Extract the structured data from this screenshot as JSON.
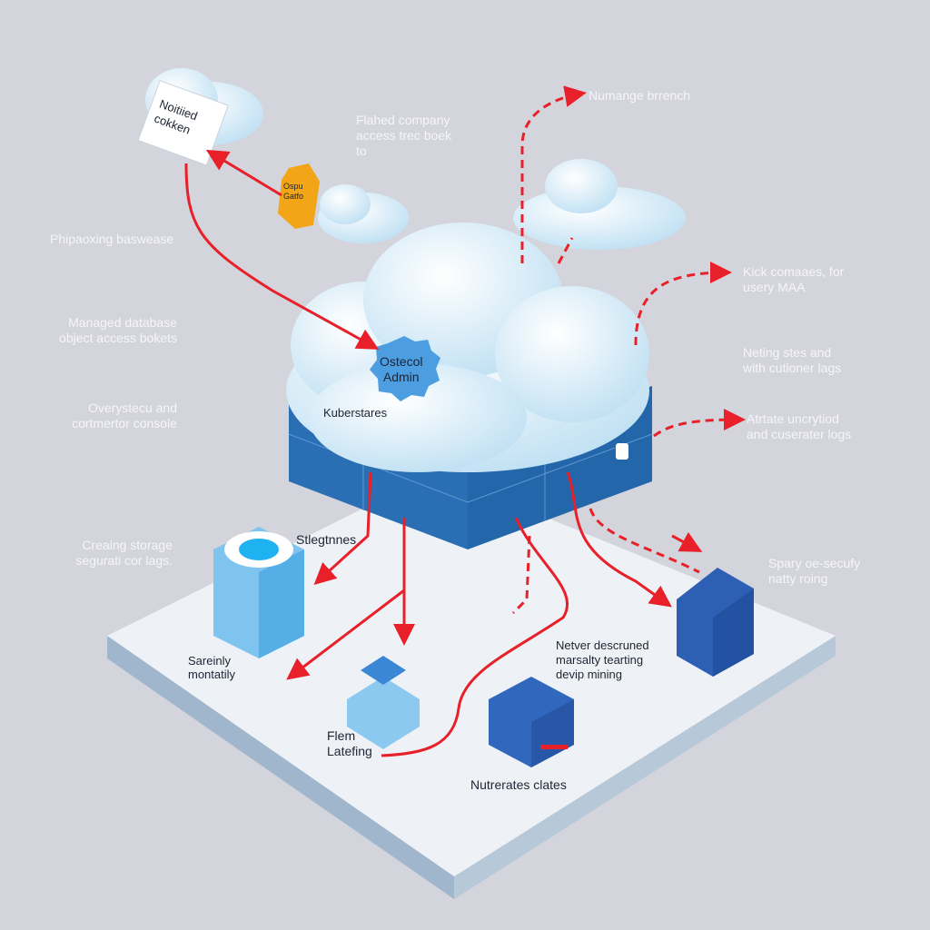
{
  "diagram": {
    "note_card": "Noitiied\ncokken",
    "badge": "Ospu\nGatfo",
    "admin_node": "Ostecol\nAdmin",
    "cluster_label": "Kuberstares",
    "labels": {
      "top_center": "Flahed company\naccess trec boek\nto",
      "top_right": "Numange brrench",
      "left_1": "Phipaoxing baswease",
      "left_2": "Managed database\nobject access bokets",
      "left_3": "Overystecu and\ncortmertor console",
      "left_4": "Creaing storage\nsegurati cor lags.",
      "right_1": "Kick comaaes, for\nusery MAA",
      "right_2": "Neting stes and\nwith cutioner lags",
      "right_3": "Atrtate uncrytiod\nand cuserater logs",
      "right_4": "Spary oe-secufy\nnatty roing",
      "node_storage": "Stlegtnnes",
      "node_db": "Sareinly\nmontatily",
      "node_chip": "Flem\nLatefing",
      "node_server": "Nutrerates clates",
      "node_note": "Netver descruned\nmarsalty tearting\ndevip mining"
    },
    "colors": {
      "arrow": "#e8202a",
      "box": "#2a6fb4",
      "badge": "#f2a516",
      "background": "#d3d4dc"
    }
  }
}
